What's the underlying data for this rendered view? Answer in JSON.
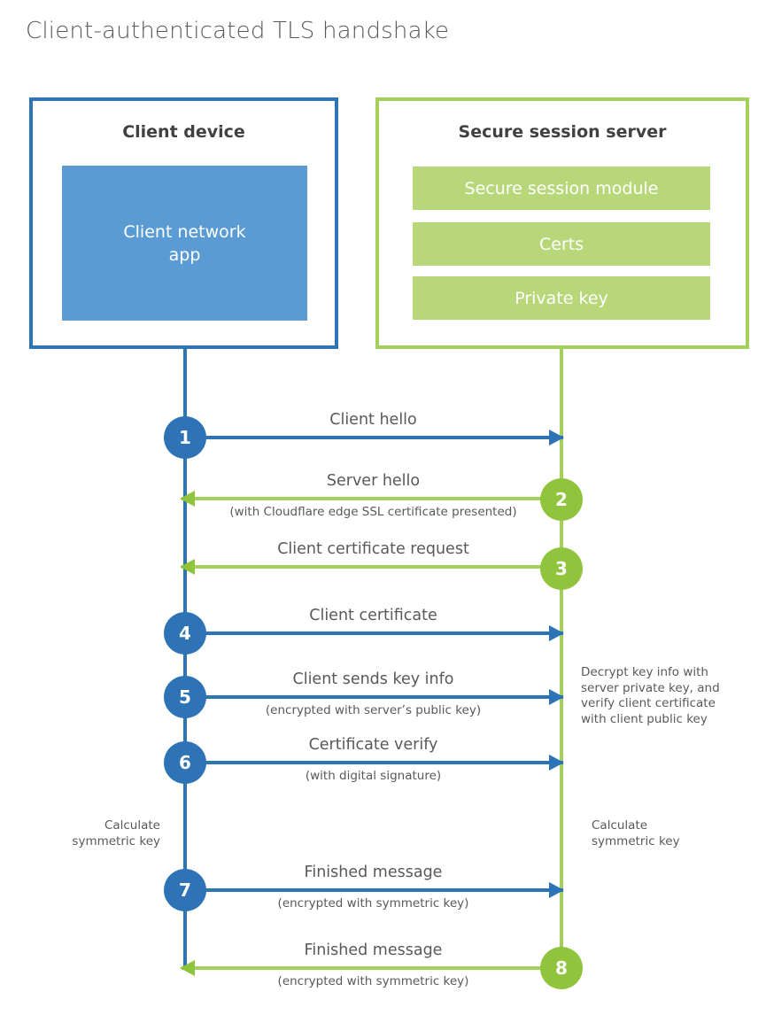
{
  "title": "Client-authenticated TLS handshake",
  "colors": {
    "blue_strong": "#2e75b6",
    "blue_fill": "#5b9bd3",
    "green_strong": "#8fc43c",
    "green_line": "#a3d05c",
    "green_fill": "#b7d779",
    "heading_text": "#414042",
    "label_text": "#58595b"
  },
  "client": {
    "title": "Client device",
    "inner_label": "Client network\napp"
  },
  "server": {
    "title": "Secure session server",
    "modules": [
      {
        "label": "Secure session module"
      },
      {
        "label": "Certs"
      },
      {
        "label": "Private key"
      }
    ]
  },
  "steps": [
    {
      "num": "1",
      "from": "client",
      "direction": "right",
      "label": "Client hello"
    },
    {
      "num": "2",
      "from": "server",
      "direction": "left",
      "label": "Server hello",
      "sub": "(with Cloudflare edge SSL certificate presented)"
    },
    {
      "num": "3",
      "from": "server",
      "direction": "left",
      "label": "Client certificate request"
    },
    {
      "num": "4",
      "from": "client",
      "direction": "right",
      "label": "Client certificate"
    },
    {
      "num": "5",
      "from": "client",
      "direction": "right",
      "label": "Client sends key info",
      "sub": "(encrypted with server’s public key)"
    },
    {
      "num": "6",
      "from": "client",
      "direction": "right",
      "label": "Certificate verify",
      "sub": "(with digital signature)"
    },
    {
      "num": "7",
      "from": "client",
      "direction": "right",
      "label": "Finished message",
      "sub": "(encrypted with symmetric key)"
    },
    {
      "num": "8",
      "from": "server",
      "direction": "left",
      "label": "Finished message",
      "sub": "(encrypted with symmetric key)"
    }
  ],
  "notes": {
    "decrypt": "Decrypt key info with\nserver private key, and\nverify client certificate\nwith client public key",
    "calc_left": "Calculate\nsymmetric key",
    "calc_right": "Calculate\nsymmetric key"
  }
}
